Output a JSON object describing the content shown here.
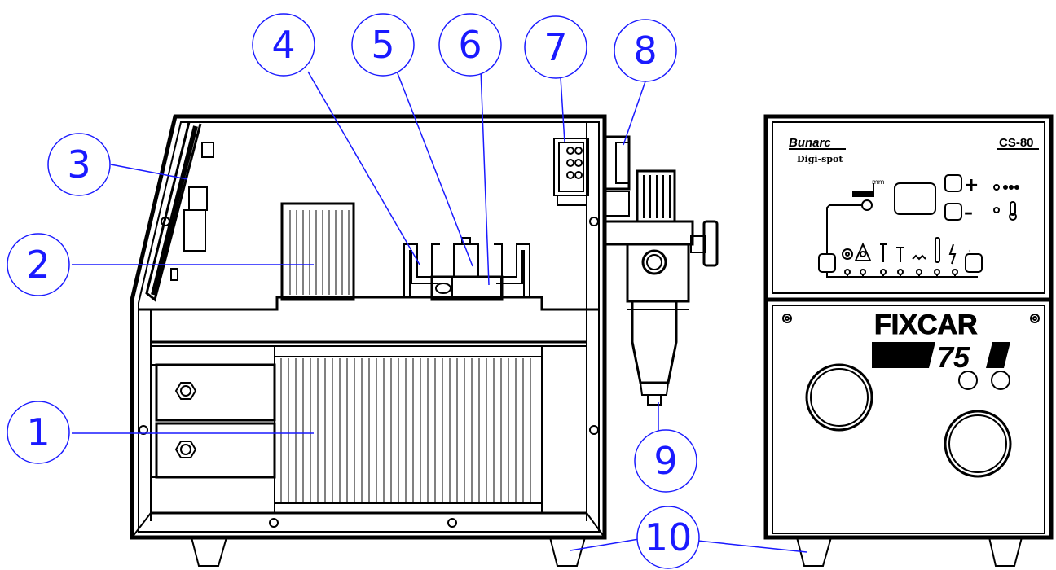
{
  "callouts": [
    {
      "id": 1,
      "label": "1"
    },
    {
      "id": 2,
      "label": "2"
    },
    {
      "id": 3,
      "label": "3"
    },
    {
      "id": 4,
      "label": "4"
    },
    {
      "id": 5,
      "label": "5"
    },
    {
      "id": 6,
      "label": "6"
    },
    {
      "id": 7,
      "label": "7"
    },
    {
      "id": 8,
      "label": "8"
    },
    {
      "id": 9,
      "label": "9"
    },
    {
      "id": 10,
      "label": "10"
    }
  ],
  "front_panel": {
    "brand": "Bunarc",
    "subtitle": "Digi-spot",
    "model": "CS-80",
    "product_name": "FIXCAR",
    "product_number": "75",
    "unit_mm": "mm",
    "plus": "+",
    "minus": "–"
  },
  "colors": {
    "callout": "#1a1aff",
    "line": "#000000"
  }
}
